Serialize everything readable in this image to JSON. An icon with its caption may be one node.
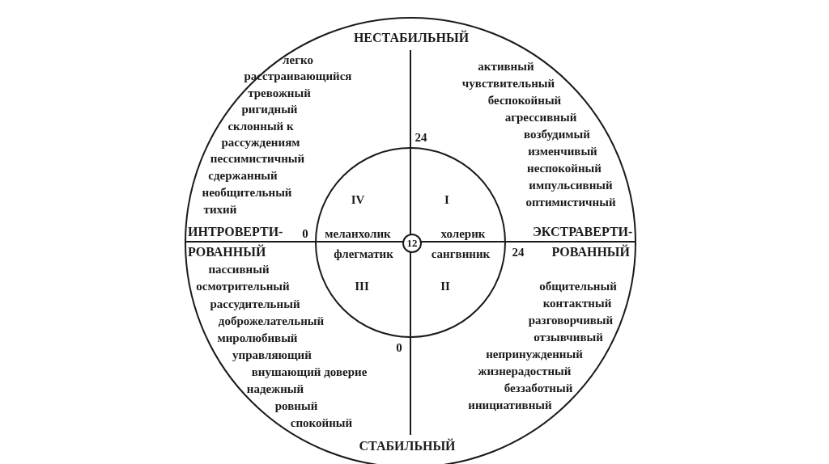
{
  "diagram": {
    "nodes": [
      {
        "text": [
          "IV",
          "I",
          "меланхолик",
          "холерик",
          "флегматик",
          "сангвиник",
          "III",
          "II"
        ]
      },
      {
        "text": [
          "12"
        ],
        "in": 0
      }
    ],
    "edges": [],
    "labels": [
      "НЕСТАБИЛЬНЫЙ",
      "легко расстраивающийся",
      "тревожный",
      "ригидный",
      "склонный к рассуждениям",
      "пессимистичный",
      "сдержанный",
      "необщительный",
      "тихий",
      "активный",
      "чувствительный",
      "беспокойный",
      "агрессивный",
      "возбудимый",
      "изменчивый",
      "неспокойный",
      "импульсивный",
      "оптимистичный",
      "24",
      "ИНТРОВЕРТИ- РОВАННЫЙ",
      "0",
      "ЭКСТРАВЕРТИ- РОВАННЫЙ",
      "24",
      "пассивный",
      "осмотрительный",
      "рассудительный",
      "доброжелательный",
      "миролюбивый",
      "управляющий",
      "внушающий доверие",
      "надежный",
      "ровный",
      "спокойный",
      "общительный",
      "контактный",
      "разговорчивый",
      "отзывчивый",
      "непринужденный",
      "жизнерадостный",
      "беззаботный",
      "инициативный",
      "0",
      "СТАБИЛЬНЫЙ"
    ]
  }
}
